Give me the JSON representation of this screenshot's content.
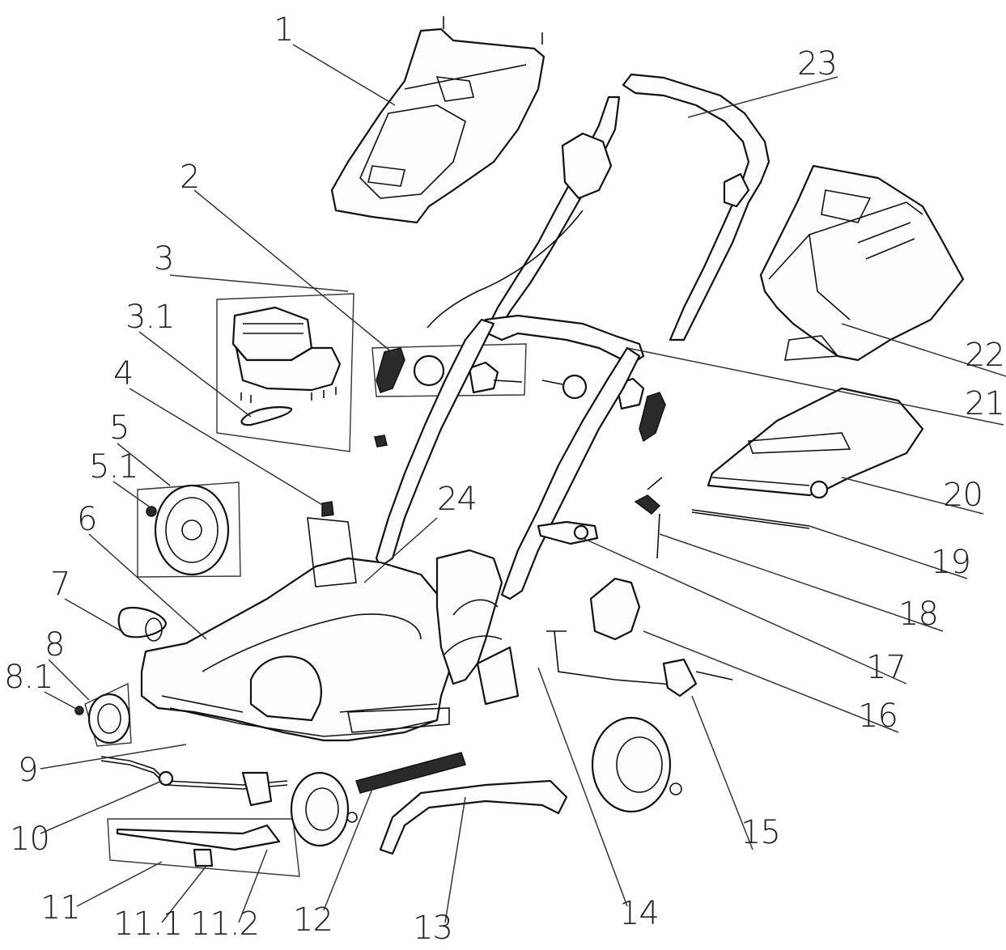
{
  "diagram": {
    "colors": {
      "line": "#111111",
      "label": "#222222",
      "background": "#ffffff"
    },
    "callouts": [
      {
        "id": "1",
        "text": "1"
      },
      {
        "id": "2",
        "text": "2"
      },
      {
        "id": "3",
        "text": "3"
      },
      {
        "id": "3_1",
        "text": "3.1"
      },
      {
        "id": "4",
        "text": "4"
      },
      {
        "id": "5",
        "text": "5"
      },
      {
        "id": "5_1",
        "text": "5.1"
      },
      {
        "id": "6",
        "text": "6"
      },
      {
        "id": "7",
        "text": "7"
      },
      {
        "id": "8",
        "text": "8"
      },
      {
        "id": "8_1",
        "text": "8.1"
      },
      {
        "id": "9",
        "text": "9"
      },
      {
        "id": "10",
        "text": "10"
      },
      {
        "id": "11",
        "text": "11"
      },
      {
        "id": "11_1",
        "text": "11.1"
      },
      {
        "id": "11_2",
        "text": "11.2"
      },
      {
        "id": "12",
        "text": "12"
      },
      {
        "id": "13",
        "text": "13"
      },
      {
        "id": "14",
        "text": "14"
      },
      {
        "id": "15",
        "text": "15"
      },
      {
        "id": "16",
        "text": "16"
      },
      {
        "id": "17",
        "text": "17"
      },
      {
        "id": "18",
        "text": "18"
      },
      {
        "id": "19",
        "text": "19"
      },
      {
        "id": "20",
        "text": "20"
      },
      {
        "id": "21",
        "text": "21"
      },
      {
        "id": "22",
        "text": "22"
      },
      {
        "id": "23",
        "text": "23"
      },
      {
        "id": "24",
        "text": "24"
      }
    ]
  }
}
